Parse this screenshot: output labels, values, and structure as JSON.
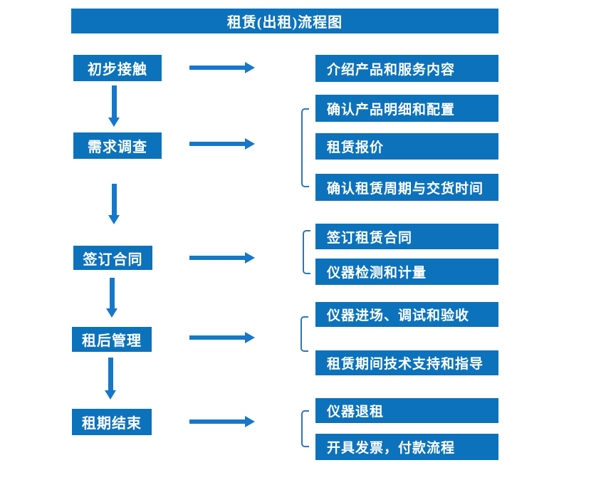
{
  "title": "租赁(出租)流程图",
  "colors": {
    "primary_blue": "#0D72BC",
    "arrow_blue": "#1777C9",
    "bracket_blue": "#2E75B6",
    "text_white": "#FFFFFF",
    "background": "#FFFFFF"
  },
  "steps": [
    {
      "label": "初步接触",
      "details": [
        "介绍产品和服务内容"
      ]
    },
    {
      "label": "需求调查",
      "details": [
        "确认产品明细和配置",
        "租赁报价",
        "确认租赁周期与交货时间"
      ]
    },
    {
      "label": "签订合同",
      "details": [
        "签订租赁合同",
        "仪器检测和计量"
      ]
    },
    {
      "label": "租后管理",
      "details": [
        "仪器进场、调试和验收",
        "租赁期间技术支持和指导"
      ]
    },
    {
      "label": "租期结束",
      "details": [
        "仪器退租",
        "开具发票，付款流程"
      ]
    }
  ]
}
